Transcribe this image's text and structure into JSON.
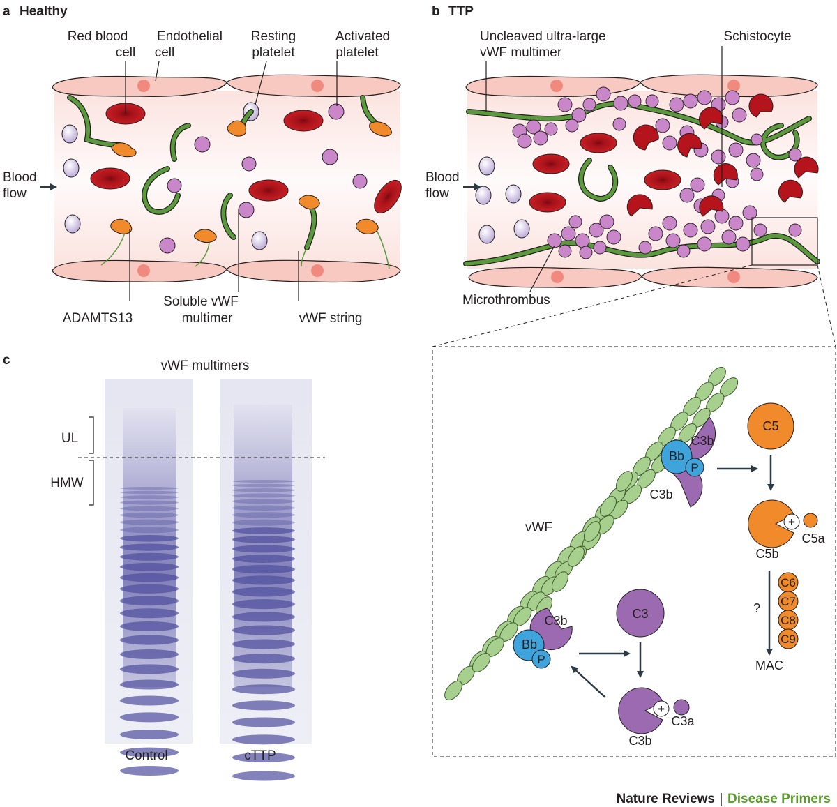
{
  "panel_a": {
    "letter": "a",
    "title": "Healthy",
    "labels": {
      "rbc_1": "Red blood",
      "rbc_2": "cell",
      "endo_1": "Endothelial",
      "endo_2": "cell",
      "resting_1": "Resting",
      "resting_2": "platelet",
      "activated_1": "Activated",
      "activated_2": "platelet",
      "flow_1": "Blood",
      "flow_2": "flow",
      "adamts13": "ADAMTS13",
      "soluble_1": "Soluble vWF",
      "soluble_2": "multimer",
      "string": "vWF string"
    }
  },
  "panel_b": {
    "letter": "b",
    "title": "TTP",
    "labels": {
      "ul_1": "Uncleaved ultra-large",
      "ul_2": "vWF multimer",
      "schisto": "Schistocyte",
      "flow_1": "Blood",
      "flow_2": "flow",
      "micro": "Microthrombus"
    }
  },
  "panel_c": {
    "letter": "c",
    "gel_title": "vWF multimers",
    "ul": "UL",
    "hmw": "HMW",
    "lanes": [
      "Control",
      "cTTP"
    ]
  },
  "inset": {
    "vwf": "vWF",
    "c3b": "C3b",
    "bb": "Bb",
    "p": "P",
    "c5": "C5",
    "c5b": "C5b",
    "c5a": "C5a",
    "c3": "C3",
    "c3a": "C3a",
    "plus": "+",
    "question": "?",
    "mac": "MAC",
    "terminal": [
      "C6",
      "C7",
      "C8",
      "C9"
    ]
  },
  "footer": {
    "journal": "Nature Reviews",
    "separator": "|",
    "series": "Disease Primers"
  },
  "colors": {
    "vessel": "#f7c9c0",
    "rbc": "#b5141c",
    "vwf_string": "#5a9a3c",
    "adamts13": "#f08a2a",
    "platelet": "#c986c9",
    "resting_platelet": "#d8cde6",
    "complement_purple": "#9b6ab0",
    "factor_blue": "#3fa4dc",
    "terminal_orange": "#f08a2a",
    "vwf_inset": "#a7cf8e",
    "journal_green": "#5b9a2c"
  }
}
